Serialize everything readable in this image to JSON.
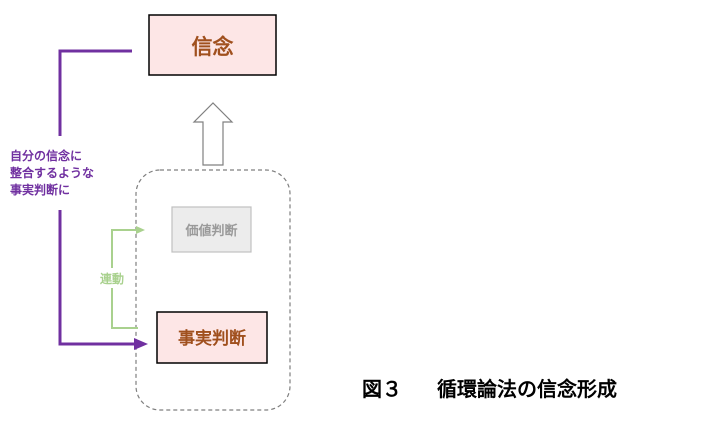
{
  "belief_box": {
    "label": "信念"
  },
  "value_box": {
    "label": "価値判断"
  },
  "fact_box": {
    "label": "事実判断"
  },
  "left_note": {
    "lines": [
      "自分の信念に",
      "整合するような",
      "事実判断に"
    ]
  },
  "link_note": {
    "label": "連動"
  },
  "caption": {
    "figure_no": "図３",
    "title": "循環論法の信念形成"
  },
  "colors": {
    "belief_border": "#000000",
    "belief_fill": "#fde6e6",
    "belief_text": "#a0501e",
    "value_border": "#c0c0c0",
    "value_fill": "#ececec",
    "value_text": "#9a9a9a",
    "fact_border": "#000000",
    "fact_fill": "#fde6e6",
    "fact_text": "#a0501e",
    "purple": "#7030a0",
    "green": "#a9d18e",
    "gray_dash": "#7f7f7f",
    "arrow_outline": "#808080"
  }
}
